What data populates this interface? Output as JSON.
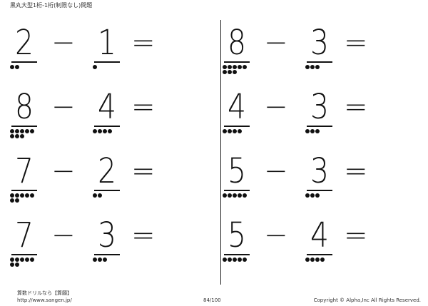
{
  "header": {
    "title": "黒丸大型1桁-1桁(制限なし)問題"
  },
  "problems": [
    {
      "a": "2",
      "a_dots": 2,
      "op": "−",
      "b": "1",
      "b_dots": 1,
      "eq": "="
    },
    {
      "a": "8",
      "a_dots": 8,
      "op": "−",
      "b": "3",
      "b_dots": 3,
      "eq": "="
    },
    {
      "a": "8",
      "a_dots": 8,
      "op": "−",
      "b": "4",
      "b_dots": 4,
      "eq": "="
    },
    {
      "a": "4",
      "a_dots": 4,
      "op": "−",
      "b": "3",
      "b_dots": 3,
      "eq": "="
    },
    {
      "a": "7",
      "a_dots": 7,
      "op": "−",
      "b": "2",
      "b_dots": 2,
      "eq": "="
    },
    {
      "a": "5",
      "a_dots": 5,
      "op": "−",
      "b": "3",
      "b_dots": 3,
      "eq": "="
    },
    {
      "a": "7",
      "a_dots": 7,
      "op": "−",
      "b": "3",
      "b_dots": 3,
      "eq": "="
    },
    {
      "a": "5",
      "a_dots": 5,
      "op": "−",
      "b": "4",
      "b_dots": 4,
      "eq": "="
    }
  ],
  "footer": {
    "brand": "算数ドリルなら【算願】",
    "url": "http://www.sangen.jp/",
    "page": "84/100",
    "copyright": "Copyright © Alpha,Inc All Rights Reserved."
  }
}
